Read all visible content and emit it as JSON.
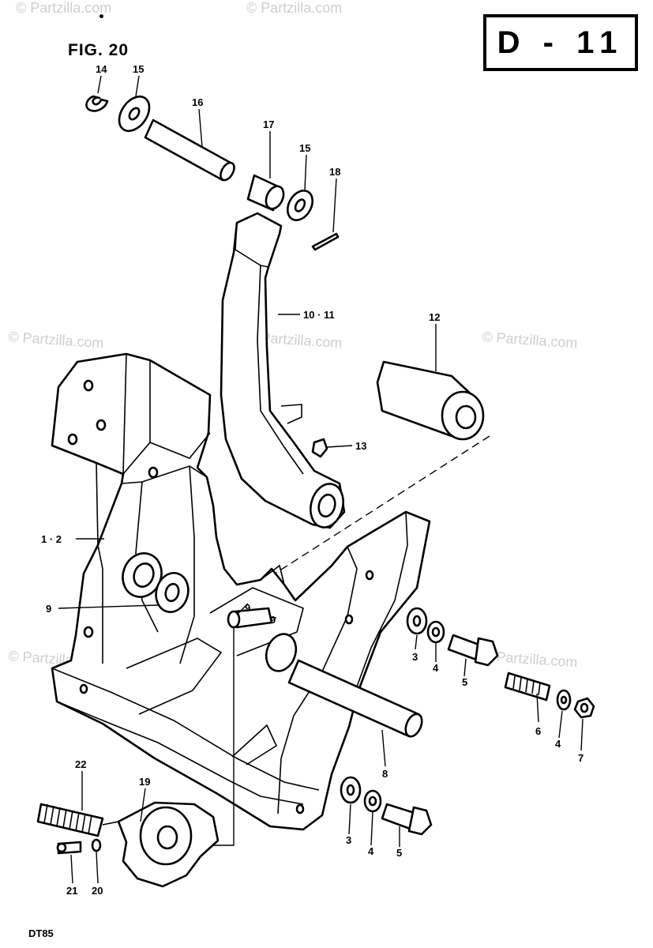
{
  "figure_label": "FIG. 20",
  "page_code": "D - 11",
  "model": "DT85",
  "watermark": "© Partzilla.com",
  "callouts": {
    "c1_2": "1 · 2",
    "c3a": "3",
    "c3b": "3",
    "c4a": "4",
    "c4b": "4",
    "c4c": "4",
    "c5a": "5",
    "c5b": "5",
    "c6": "6",
    "c7": "7",
    "c8": "8",
    "c9a": "9",
    "c9b": "9",
    "c9c": "9",
    "c10_11": "10 · 11",
    "c12": "12",
    "c13": "13",
    "c14": "14",
    "c15a": "15",
    "c15b": "15",
    "c16": "16",
    "c17": "17",
    "c18": "18",
    "c19": "19",
    "c20": "20",
    "c21": "21",
    "c22": "22"
  }
}
